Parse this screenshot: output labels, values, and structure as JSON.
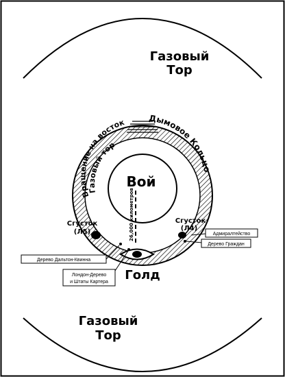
{
  "diagram": {
    "gas_torus_top_line1": "Газовый",
    "gas_torus_top_line2": "Тор",
    "gas_torus_bottom_line1": "Газовый",
    "gas_torus_bottom_line2": "Тор",
    "smoke_ring": "Дымовое Кольцо",
    "rotation": "Вращение на восток",
    "gas_tor_inner": "Газовый тор",
    "center": "Вой",
    "distance": "26,000 километров",
    "goold": "Голд",
    "clump_l5_line1": "Сгусток",
    "clump_l5_line2": "(Л5)",
    "clump_l4_line1": "Сгусток",
    "clump_l4_line2": "(Л4)",
    "box_admiralty": "Адмиралтейство",
    "box_tree_grazhdan": "Дерево Граждан",
    "box_dalton_quinn": "Дерево Дальтон-Квинна",
    "box_london_line1": "Лондон-Дерево",
    "box_london_line2": "и Штаты Картера"
  },
  "colors": {
    "ink": "#000000",
    "paper": "#ffffff"
  }
}
